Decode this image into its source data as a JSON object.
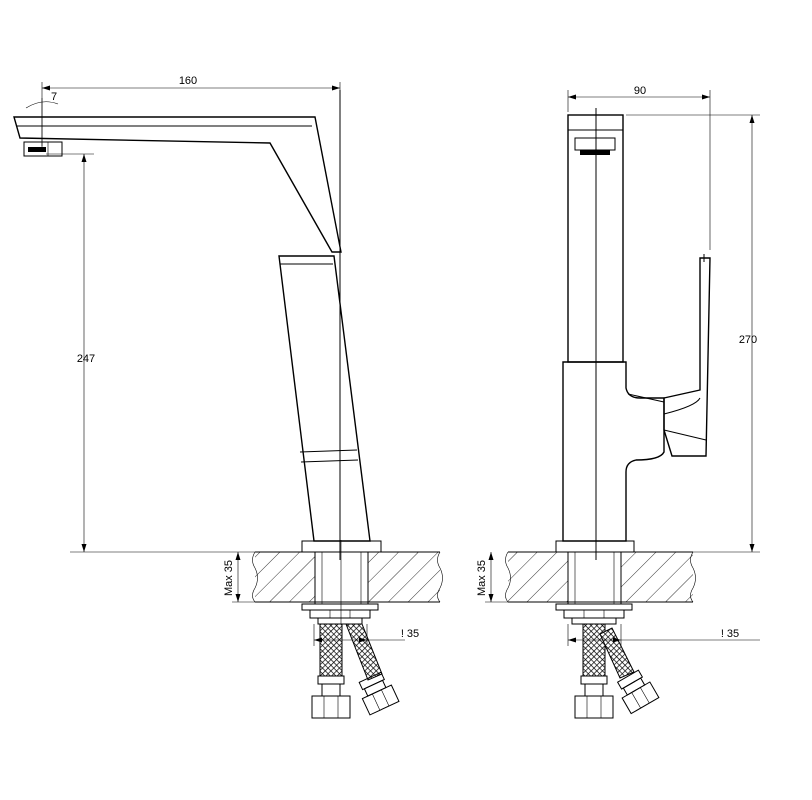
{
  "side_view": {
    "width_label": "160",
    "height_label": "247",
    "angle_label": "7",
    "max_label": "Max 35",
    "hole_label": "! 35"
  },
  "front_view": {
    "width_label": "90",
    "height_label": "270",
    "max_label": "Max 35",
    "hole_label": "! 35"
  }
}
